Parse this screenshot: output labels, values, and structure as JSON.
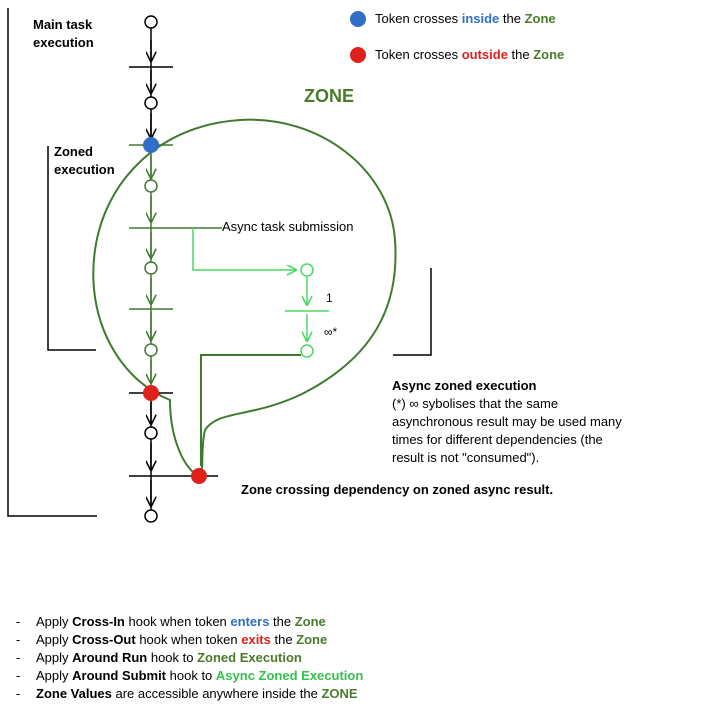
{
  "labels": {
    "main_task": [
      "Main task",
      "execution"
    ],
    "zoned_execution": [
      "Zoned",
      "execution"
    ],
    "zone_title": "ZONE",
    "async_task_submission": "Async task submission",
    "step_one": "1",
    "step_infinity": "∞*",
    "async_zoned_execution_title": "Async zoned execution",
    "async_note": "(*) ∞ sybolises that the same asynchronous result may be used many times for different dependencies (the result is not \"consumed\").",
    "crossing_dependency": "Zone crossing dependency on zoned async result."
  },
  "legend": [
    {
      "color": "#2f6fc7",
      "prefix": "Token crosses ",
      "keyword": "inside",
      "keyword_color": "#2f6fc7",
      "middle": " the ",
      "zone": "Zone"
    },
    {
      "color": "#e0201a",
      "prefix": "Token crosses ",
      "keyword": "outside",
      "keyword_color": "#e0201a",
      "middle": " the ",
      "zone": "Zone"
    }
  ],
  "bullets": [
    {
      "pre": "Apply ",
      "bold": "Cross-In",
      "mid": " hook when token ",
      "kw": "enters",
      "kwClass": "blue",
      "post": " the ",
      "end": "Zone"
    },
    {
      "pre": "Apply ",
      "bold": "Cross-Out",
      "mid": " hook when token ",
      "kw": "exits",
      "kwClass": "red",
      "post": " the ",
      "end": "Zone"
    },
    {
      "pre": "Apply ",
      "bold": "Around Run",
      "mid": " hook to ",
      "kw": "",
      "kwClass": "",
      "post": "",
      "end": "Zoned Execution"
    },
    {
      "pre": "Apply ",
      "bold": "Around Submit",
      "mid": " hook to ",
      "kw": "",
      "kwClass": "",
      "post": "",
      "end": "Async Zoned Execution",
      "endClass": "brightgreen"
    },
    {
      "pre": "",
      "bold": "Zone Values",
      "mid": " are accessible anywhere inside the ",
      "kw": "",
      "kwClass": "",
      "post": "",
      "end": "ZONE"
    }
  ],
  "colors": {
    "zone_green": "#3f7a2f",
    "async_green": "#4cd964",
    "token_blue": "#2f6fc7",
    "token_red": "#e0201a"
  }
}
